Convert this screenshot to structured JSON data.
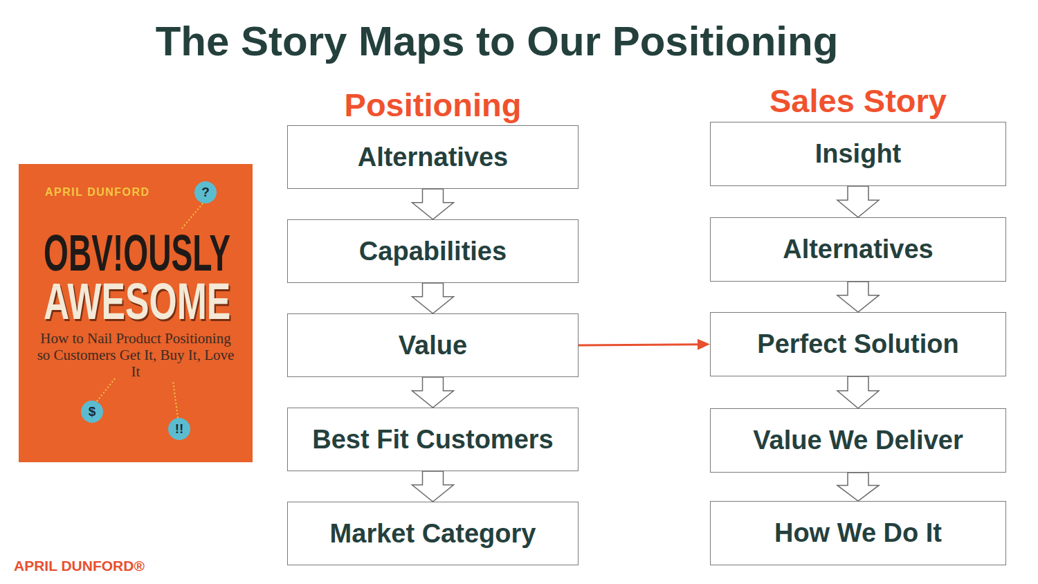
{
  "diagram": {
    "title": "The Story Maps to Our Positioning",
    "nodes": [
      {
        "text": [
          "APRIL DUNFORD",
          "OBV!OUSLY",
          "AWESOME",
          "How to Nail Product Positioning so Customers Get It, Buy It, Love It"
        ]
      },
      {
        "text": [
          "?"
        ],
        "in": 0
      },
      {
        "text": [
          "$"
        ],
        "in": 0
      },
      {
        "text": [
          "!!"
        ],
        "in": 0
      },
      {
        "text": [
          "Alternatives"
        ]
      },
      {
        "text": [
          "Capabilities"
        ]
      },
      {
        "text": [
          "Value"
        ]
      },
      {
        "text": [
          "Best Fit Customers"
        ]
      },
      {
        "text": [
          "Market Category"
        ]
      },
      {
        "text": [
          "Insight"
        ]
      },
      {
        "text": [
          "Alternatives"
        ]
      },
      {
        "text": [
          "Perfect Solution"
        ]
      },
      {
        "text": [
          "Value We Deliver"
        ]
      },
      {
        "text": [
          "How We Do It"
        ]
      }
    ],
    "edges": [
      {
        "from": 4,
        "to": 5,
        "arrow": "to"
      },
      {
        "from": 5,
        "to": 6,
        "arrow": "to"
      },
      {
        "from": 6,
        "to": 7,
        "arrow": "to"
      },
      {
        "from": 7,
        "to": 8,
        "arrow": "to"
      },
      {
        "from": 9,
        "to": 10,
        "arrow": "to"
      },
      {
        "from": 10,
        "to": 11,
        "arrow": "to"
      },
      {
        "from": 11,
        "to": 12,
        "arrow": "to"
      },
      {
        "from": 12,
        "to": 13,
        "arrow": "to"
      },
      {
        "from": 6,
        "to": 11,
        "arrow": "to"
      }
    ],
    "labels": [
      "Positioning",
      "Sales Story",
      "APRIL DUNFORD®"
    ]
  }
}
